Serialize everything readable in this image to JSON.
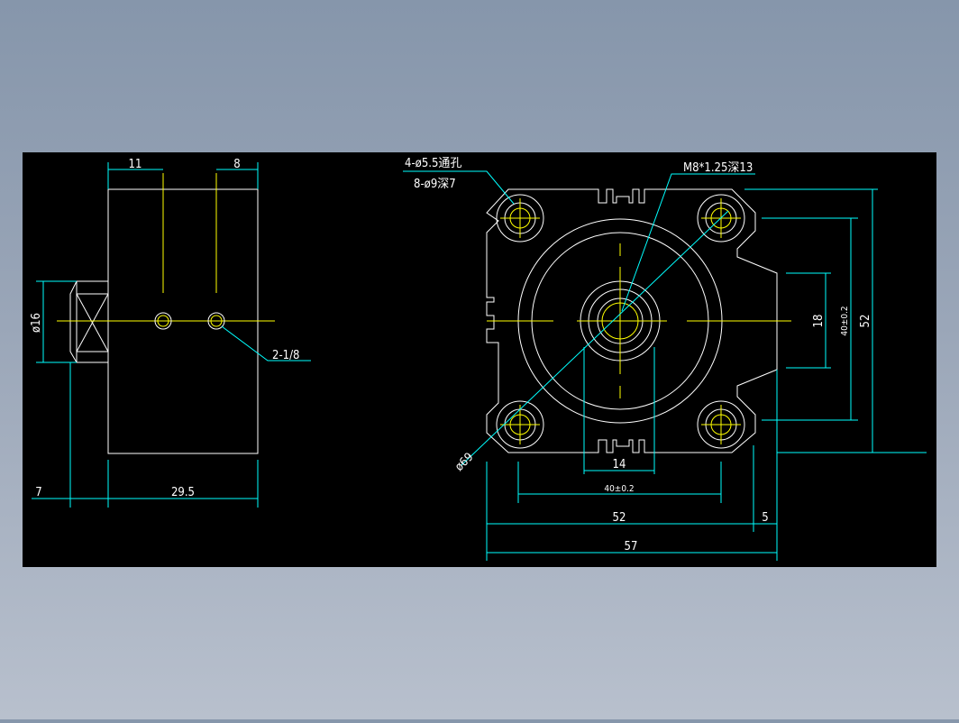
{
  "colors": {
    "background_top": "#8696ab",
    "background_bottom": "#b8c0cd",
    "canvas": "#000000",
    "object_lines": "#ffffff",
    "dimension_lines": "#00ffff",
    "center_lines": "#ffff00"
  },
  "side_view": {
    "dim_top_left": "11",
    "dim_top_right": "8",
    "dim_diameter": "ø16",
    "dim_port": "2-1/8",
    "dim_bottom_left": "7",
    "dim_bottom_width": "29.5"
  },
  "front_view": {
    "note_holes_line1": "4-ø5.5通孔",
    "note_holes_line2": "8-ø9深7",
    "note_thread": "M8*1.25深13",
    "dim_circle": "ø69",
    "dim_14": "14",
    "dim_40_bottom": "40±0.2",
    "dim_52_bottom": "52",
    "dim_5": "5",
    "dim_57": "57",
    "dim_18": "18",
    "dim_40_right": "40±0.2",
    "dim_52_right": "52"
  }
}
